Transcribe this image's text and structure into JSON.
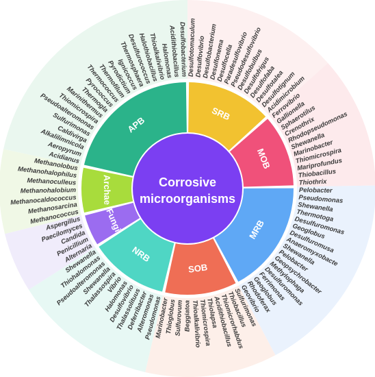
{
  "center": {
    "line1": "Corrosive",
    "line2": "microorganisms",
    "color": "#7b3ff2"
  },
  "groups": [
    {
      "id": "srb",
      "label": "SRB",
      "color": "#f2c230",
      "wedge": "#fdf0f0",
      "genera": [
        "Desulfotomaculum",
        "Desulfovibrio",
        "Desulfobacterium",
        "Desulfonema",
        "Desulfocella",
        "Paradesulfovibrio",
        "Pseudodesulfovibrio",
        "Desulfobulbus",
        "Desulfofrigus",
        "Desulfofaba",
        "Desulfotalea",
        "Desulfotignum",
        "Acidimicrobium"
      ]
    },
    {
      "id": "mob",
      "label": "MOB",
      "color": "#f0517a",
      "wedge": "#fdeaec",
      "genera": [
        "Ferrovibrio",
        "Gallionella",
        "Sphaerotilus",
        "Crenothrix",
        "Rhodopseudomonas",
        "Shewanella",
        "Marinobacter",
        "Thiomicrospira",
        "Mariprofundus",
        "Thiobacillus",
        "Thiothrix"
      ]
    },
    {
      "id": "mrb",
      "label": "MRB",
      "color": "#5fa8f5",
      "wedge": "#eaf2fd",
      "genera": [
        "Pelobacter",
        "Pseudomonas",
        "Shewanella",
        "Thermotoga",
        "Desulfuromonas",
        "Geoglobus",
        "Desulfuromusa",
        "Anaeromyxobacte",
        "Shewanella",
        "Pelobacter",
        "Geopsychrobacter",
        "Methylophaga",
        "Desulfuromonas",
        "Ferrimonas",
        "Geoglobus",
        "Rhodoferax",
        "Geovibrio"
      ]
    },
    {
      "id": "sob",
      "label": "SOB",
      "color": "#ef6e55",
      "wedge": "#fdefe9",
      "genera": [
        "Sulfurimonas",
        "Thiobacillus",
        "Thiomicrorhabdus",
        "Acidithiobacillus",
        "Thiolapsa",
        "Thiomicrospira",
        "Thioalkalivibrio",
        "Beggiatoa",
        "Sulfurovum",
        "Thioglobus",
        "Marinobacter"
      ]
    },
    {
      "id": "nrb",
      "label": "NRB",
      "color": "#4fd6c4",
      "wedge": "#e7f8f4",
      "genera": [
        "Pseudomonas",
        "Alteromonas",
        "Deferribacter",
        "Thalassolituus",
        "Desulfovibrio",
        "Halomonas",
        "Vibrio",
        "Thalassospira",
        "Shewanella",
        "Pseudoalteromonas",
        "Thiohalomonas",
        "Shewanella"
      ]
    },
    {
      "id": "fungi",
      "label": "Fungi",
      "color": "#9b6cf0",
      "wedge": "#f0ecfb",
      "genera": [
        "Alternaria",
        "Penicillium",
        "Candida",
        "Paecilomyces",
        "Aspergillus"
      ]
    },
    {
      "id": "archae",
      "label": "Archae",
      "color": "#a8dc3c",
      "wedge": "#f0f8e6",
      "genera": [
        "Methanococcus",
        "Methanosarcina",
        "Methanocaldococcus",
        "Methanohalobium",
        "Methanoculleus",
        "Methanohalophilus",
        "Methanolobus"
      ]
    },
    {
      "id": "apb",
      "label": "APB",
      "color": "#2bb38a",
      "wedge": "#eaf7ef",
      "genera": [
        "Acidianus",
        "Aeropyrum",
        "Alkalilimnicola",
        "Caldivirga",
        "Sulfurimonas",
        "Pseudoalteromonas",
        "Thiomicrospira",
        "Marinithermus",
        "Thermogla",
        "Pyrococcus",
        "Thermococcus",
        "Thermofilum",
        "Pyrodictium",
        "Ignicoccus",
        "Thermosphaera",
        "Desulfurococcus",
        "Halothiobacillus",
        "Thioalkalivibrio",
        "Halomonas",
        "Acidithiobacillus",
        "Desulfobacterium"
      ]
    }
  ]
}
